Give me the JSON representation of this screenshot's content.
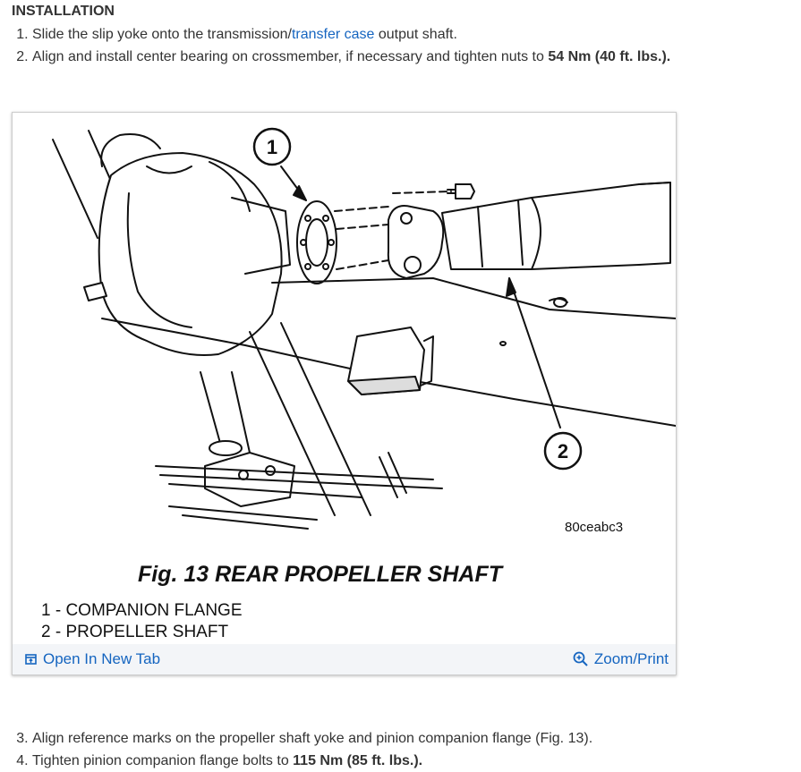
{
  "heading": "INSTALLATION",
  "steps_top": [
    {
      "num": "1.",
      "pre": "Slide the slip yoke onto the transmission/",
      "link": "transfer case",
      "post": " output shaft."
    },
    {
      "num": "2.",
      "pre": "Align and install center bearing on crossmember, if necessary and tighten nuts to ",
      "bold": "54 Nm (40 ft. lbs.)."
    }
  ],
  "figure": {
    "callout_1": "1",
    "callout_2": "2",
    "code": "80ceabc3",
    "caption": "Fig. 13 REAR PROPELLER SHAFT",
    "legend": [
      "1 - COMPANION FLANGE",
      "2 - PROPELLER SHAFT"
    ],
    "open_label": "Open In New Tab",
    "zoom_label": "Zoom/Print",
    "icons": {
      "open": "open-in-new-tab-icon",
      "zoom": "zoom-icon"
    }
  },
  "steps_bottom": [
    {
      "num": "3.",
      "pre": "Align reference marks on the propeller shaft yoke and pinion companion flange (Fig. 13)."
    },
    {
      "num": "4.",
      "pre": "Tighten pinion companion flange bolts to ",
      "bold": "115 Nm (85 ft. lbs.)."
    }
  ],
  "colors": {
    "link": "#1565c0",
    "text": "#333333",
    "toolbar_bg": "#f3f5f8"
  }
}
